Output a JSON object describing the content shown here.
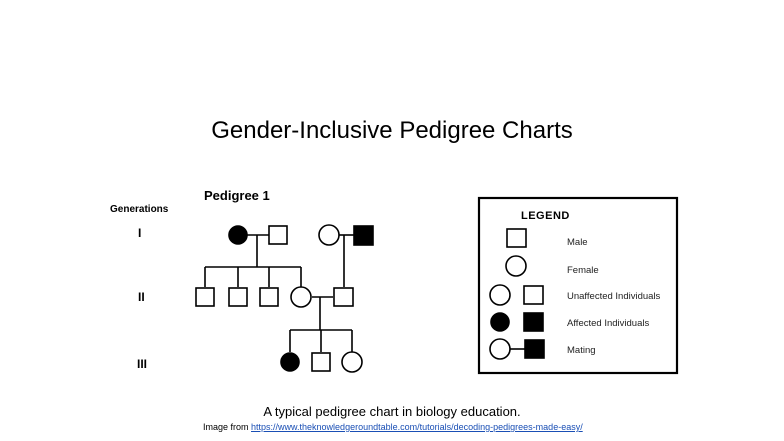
{
  "slide": {
    "title": "Gender-Inclusive Pedigree Charts",
    "caption": "A typical pedigree chart in biology education.",
    "credit_prefix": "Image from ",
    "credit_link": "https://www.theknowledgeroundtable.com/tutorials/decoding-pedigrees-made-easy/"
  },
  "pedigree": {
    "title": "Pedigree 1",
    "generations_label": "Generations",
    "generations": [
      "I",
      "II",
      "III"
    ]
  },
  "legend": {
    "title": "LEGEND",
    "items": [
      {
        "label": "Male"
      },
      {
        "label": "Female"
      },
      {
        "label": "Unaffected Individuals"
      },
      {
        "label": "Affected Individuals"
      },
      {
        "label": "Mating"
      }
    ]
  }
}
